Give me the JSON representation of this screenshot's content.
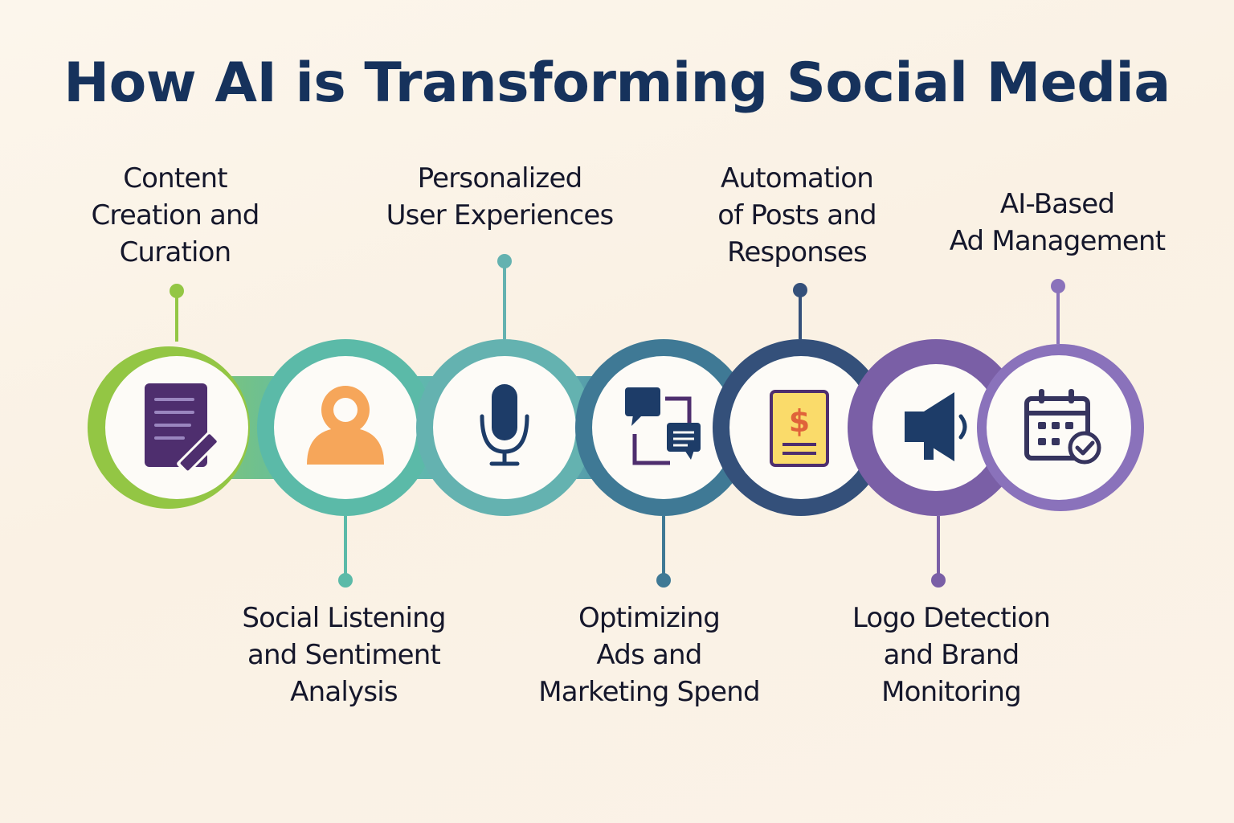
{
  "title": "How AI is Transforming Social Media",
  "items": [
    {
      "label": "Content\nCreation and\nCuration",
      "icon": "document-edit-icon",
      "color": "#93c644"
    },
    {
      "label": "Social Listening\nand Sentiment\nAnalysis",
      "icon": "user-icon",
      "color": "#5bbaa8"
    },
    {
      "label": "Personalized\nUser Experiences",
      "icon": "microphone-icon",
      "color": "#64b2b0"
    },
    {
      "label": "Optimizing\nAds and\nMarketing Spend",
      "icon": "chat-bubbles-icon",
      "color": "#3f7995"
    },
    {
      "label": "Automation\nof Posts and\nResponses",
      "icon": "dollar-document-icon",
      "color": "#34507a"
    },
    {
      "label": "Logo Detection\nand Brand\nMonitoring",
      "icon": "megaphone-icon",
      "color": "#7a5fa6"
    },
    {
      "label": "AI-Based\nAd Management",
      "icon": "calendar-check-icon",
      "color": "#8a72bb"
    }
  ]
}
